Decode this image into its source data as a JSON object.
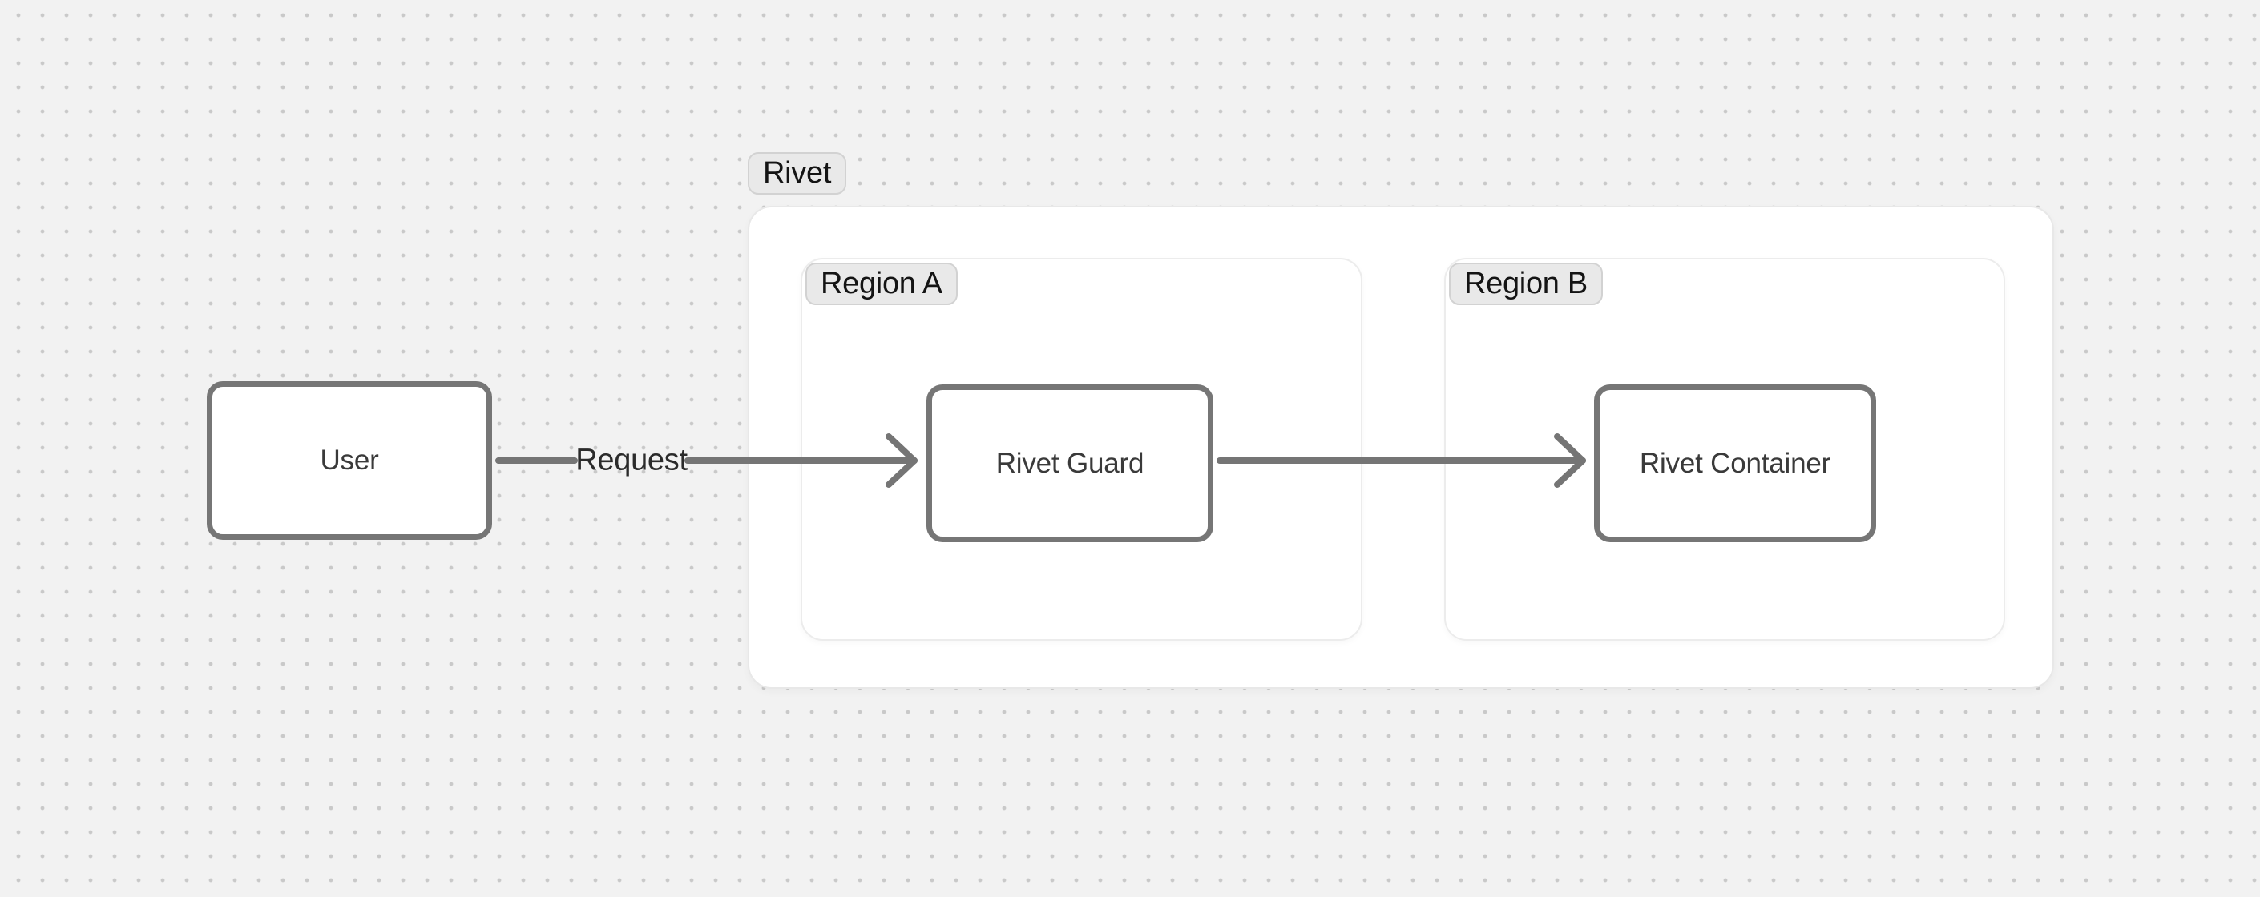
{
  "colors": {
    "canvas_bg": "#f2f2f2",
    "dot": "#c9c9c9",
    "surface": "#ffffff",
    "group_border": "#e8e8e8",
    "region_border": "#ececec",
    "pill_bg": "#e9e9e9",
    "pill_border": "#d2d2d2",
    "pill_text": "#141414",
    "node_border": "#767676",
    "node_text": "#3a3a3a",
    "edge": "#757575",
    "edge_label_text": "#2b2b2b"
  },
  "diagram": {
    "groups": {
      "rivet": {
        "label": "Rivet"
      },
      "region_a": {
        "label": "Region A"
      },
      "region_b": {
        "label": "Region B"
      }
    },
    "nodes": {
      "user": {
        "label": "User"
      },
      "rivet_guard": {
        "label": "Rivet Guard"
      },
      "rivet_container": {
        "label": "Rivet Container"
      }
    },
    "edges": [
      {
        "from": "User",
        "to": "Rivet Guard",
        "label": "Request"
      },
      {
        "from": "Rivet Guard",
        "to": "Rivet Container",
        "label": ""
      }
    ]
  }
}
